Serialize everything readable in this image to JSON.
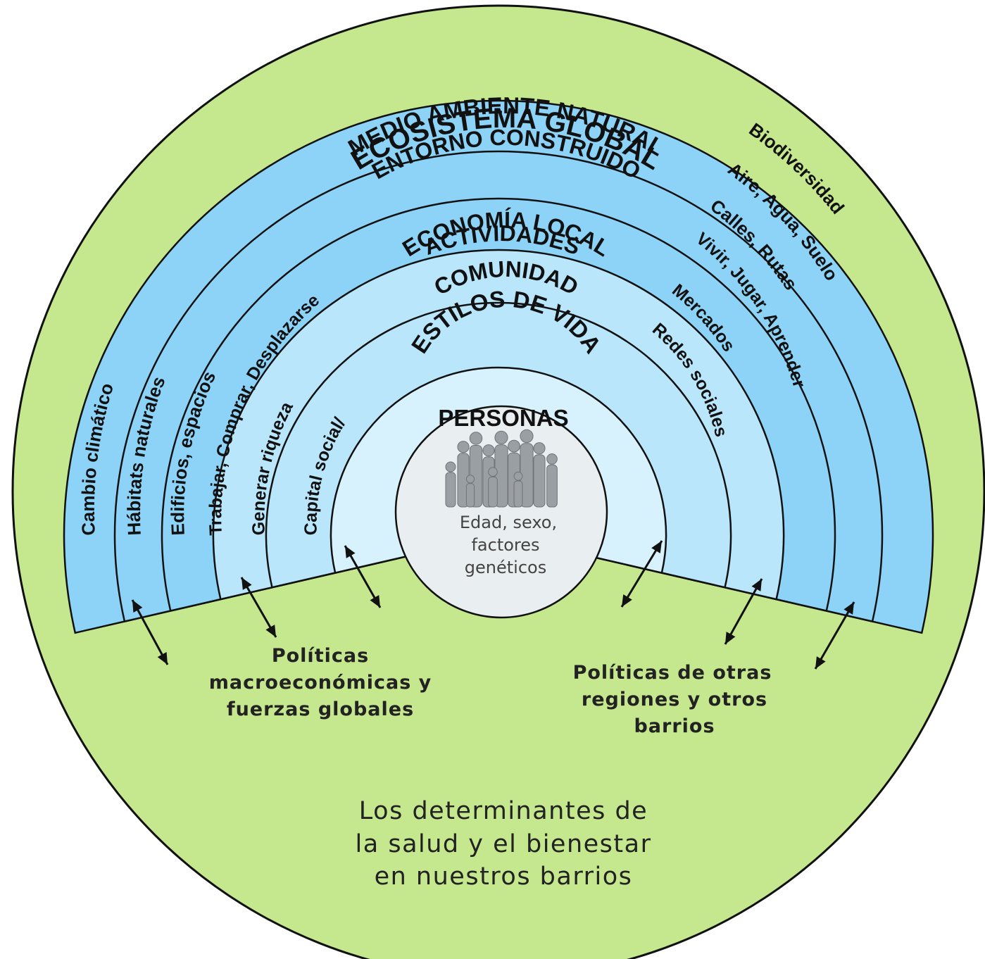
{
  "colors": {
    "outer_green": "#c5e78e",
    "band_blue": "#8dd3f7",
    "band_mid": "#b9e6fb",
    "band_light": "#d7f1fd",
    "person_circle": "#e9eef0",
    "figure_gray": "#9a9fa3",
    "stroke": "#111111"
  },
  "rings": {
    "ecosistema": "ECOSISTEMA GLOBAL",
    "medio": "MEDIO AMBIENTE NATURAL",
    "entorno": "ENTORNO CONSTRUIDO",
    "actividades": "ACTIVIDADES",
    "economia": "ECONOMÍA LOCAL",
    "comunidad": "COMUNIDAD",
    "estilos": "ESTILOS DE VIDA"
  },
  "sides": {
    "left_1": "Cambio climático",
    "left_2": "Hábitats naturales",
    "left_3": "Edificios, espacios",
    "left_4": "Trabajar, Comprar, Desplazarse",
    "left_5": "Generar riqueza",
    "left_6": "Capital social/",
    "right_1": "Biodiversidad",
    "right_2": "Aire, Agua, Suelo",
    "right_3": "Calles, Rutas",
    "right_4": "Vivir, Jugar, Aprender",
    "right_5": "Mercados",
    "right_6": "Redes sociales"
  },
  "center": {
    "title": "PERSONAS",
    "line1": "Edad, sexo,",
    "line2": "factores",
    "line3": "genéticos",
    "figures_icon": "people-group-icon"
  },
  "policies": {
    "left": [
      "Políticas",
      "macroeconómicas y",
      "fuerzas globales"
    ],
    "right": [
      "Políticas de otras",
      "regiones y otros",
      "barrios"
    ]
  },
  "caption": [
    "Los determinantes de",
    "la salud y el bienestar",
    "en nuestros barrios"
  ]
}
